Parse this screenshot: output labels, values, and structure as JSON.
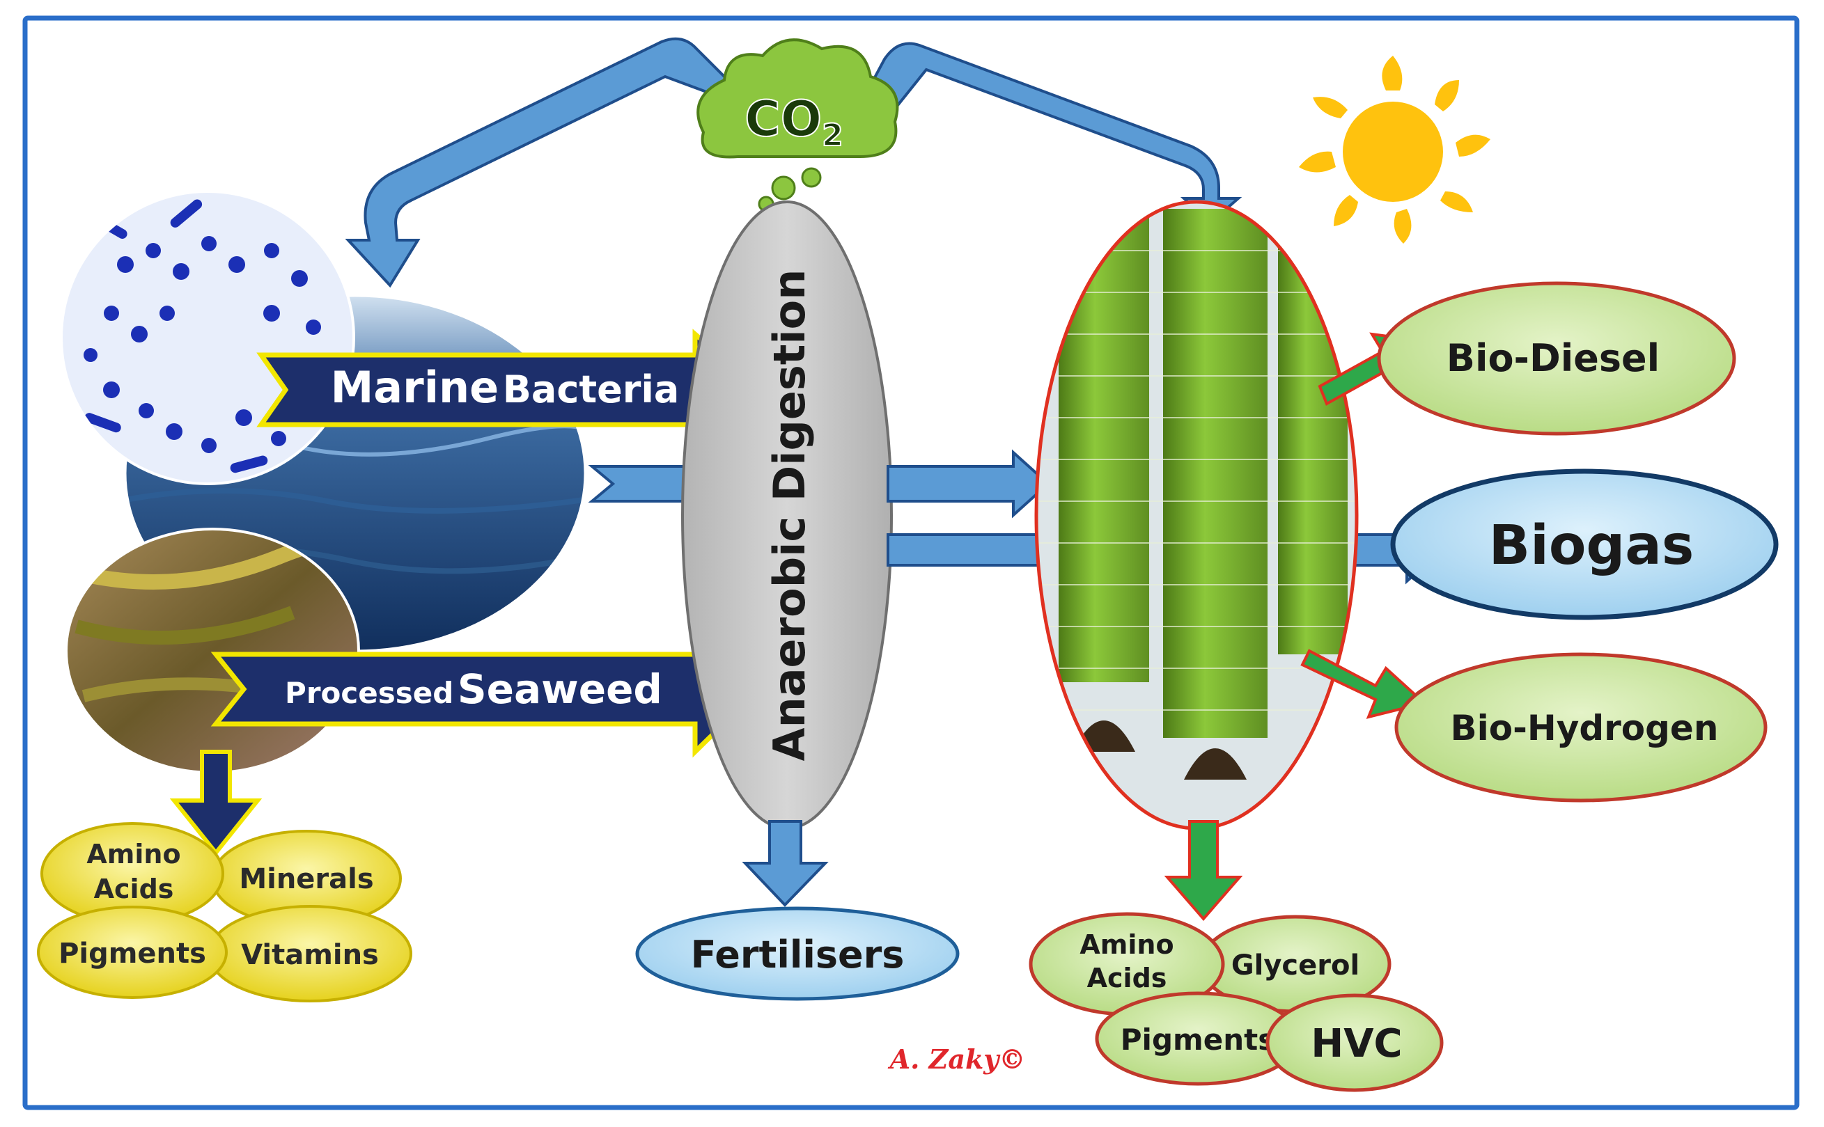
{
  "co2": {
    "label_main": "CO",
    "label_sub": "2"
  },
  "left": {
    "bacteria_label_a": "Marine",
    "bacteria_label_b": "Bacteria",
    "seaweed_label_a": "Processed",
    "seaweed_label_b": "Seaweed",
    "products": {
      "amino_line1": "Amino",
      "amino_line2": "Acids",
      "minerals": "Minerals",
      "pigments": "Pigments",
      "vitamins": "Vitamins"
    }
  },
  "center": {
    "digestion_label": "Anaerobic Digestion",
    "fertilisers": "Fertilisers"
  },
  "right": {
    "bio_diesel": "Bio-Diesel",
    "biogas": "Biogas",
    "bio_hydrogen": "Bio-Hydrogen",
    "products": {
      "amino_line1": "Amino",
      "amino_line2": "Acids",
      "glycerol": "Glycerol",
      "pigments": "Pigments",
      "hvc": "HVC"
    }
  },
  "credit": "A. Zaky©",
  "colors": {
    "frame": "#2a6ec9",
    "arrow_blue": "#5b9bd5",
    "arrow_blue_dark": "#1f4e8c",
    "arrow_navy": "#1d2f6b",
    "arrow_yellow_outline": "#f2e600",
    "arrow_green": "#2ea84a",
    "arrow_red_outline": "#e03020",
    "green_oval": "#cfe8a6",
    "blue_oval": "#bfe3f7",
    "yellow_oval": "#f3ea5a",
    "co2_cloud": "#8cc63f",
    "sun": "#ffc20e",
    "credit_red": "#e0262b"
  }
}
